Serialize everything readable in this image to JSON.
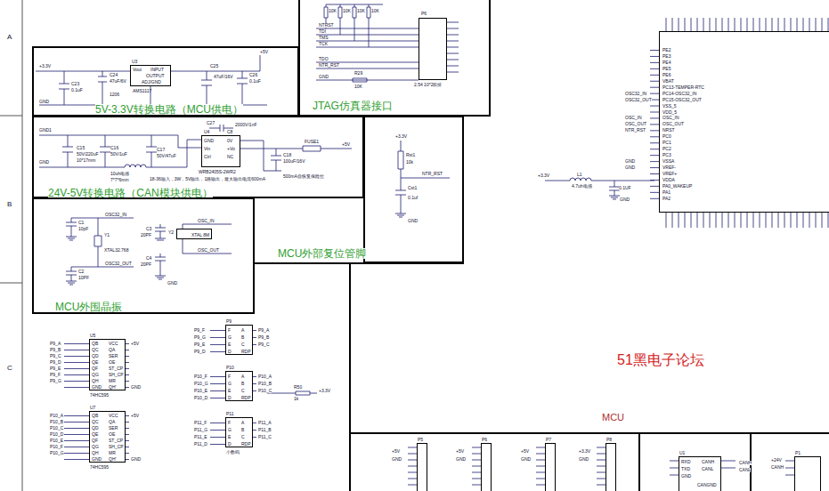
{
  "diagram": {
    "nodes": [
      {
        "text": [
          "5V-3.3V转换电路（MCU供电）"
        ]
      },
      {
        "text": [
          "U3",
          "Vout",
          "INPUT",
          "OUTPUT",
          "ADJ/GND",
          "AMS1117"
        ],
        "in": 0
      },
      {
        "text": [
          "JTAG仿真器接口"
        ]
      },
      {
        "text": [
          "P6",
          "2.54 10*2双排"
        ],
        "in": 2
      },
      {
        "text": [
          "24V-5V转换电路（CAN模块供电）"
        ]
      },
      {
        "text": [
          "U4",
          "C8",
          "GND",
          "Vin",
          "Ctrl",
          "0V",
          "+Vo",
          "NC",
          "WRB2405S-2WR2"
        ],
        "in": 4
      },
      {
        "text": [
          "MCU外部复位管脚"
        ]
      },
      {
        "text": [
          "MCU外围晶振"
        ]
      },
      {
        "text": [
          "Y2",
          "XTAL 8M"
        ],
        "in": 7
      },
      {
        "text": [
          "PE2",
          "PE3",
          "PE4",
          "PE5",
          "PE6",
          "VBAT",
          "PC13-TEMPER-RTC",
          "PC14-OSC32_IN",
          "PC15-OSC32_OUT",
          "VSS_5",
          "VDD_5",
          "OSC_IN",
          "OSC_OUT",
          "NRST",
          "PC0",
          "PC1",
          "PC2",
          "PC3",
          "VSSA",
          "VREF-",
          "VREF+",
          "VDDA",
          "PA0_WAKEUP",
          "PA1",
          "PA2"
        ]
      },
      {
        "text": [
          "U5",
          "QB",
          "QC",
          "QD",
          "QE",
          "QF",
          "QG",
          "QH",
          "GND",
          "VCC",
          "QA",
          "SER",
          "OE",
          "ST_CP",
          "SH_CP",
          "MR",
          "QH'",
          "74HC595"
        ]
      },
      {
        "text": [
          "U7",
          "QB",
          "QC",
          "QD",
          "QE",
          "QF",
          "QG",
          "QH",
          "GND",
          "VCC",
          "QA",
          "SER",
          "OE",
          "ST_CP",
          "SH_CP",
          "MR",
          "QH'",
          "74HC595"
        ]
      },
      {
        "text": [
          "P9",
          "F",
          "G",
          "E",
          "D",
          "A",
          "B",
          "C",
          "RDP"
        ]
      },
      {
        "text": [
          "P10",
          "F",
          "G",
          "E",
          "D",
          "A",
          "B",
          "C",
          "RDP"
        ]
      },
      {
        "text": [
          "P11",
          "F",
          "G",
          "E",
          "D",
          "A",
          "B",
          "C",
          "RDP",
          "小数码"
        ]
      },
      {
        "text": [
          "P5"
        ]
      },
      {
        "text": [
          "P6"
        ]
      },
      {
        "text": [
          "P7"
        ]
      },
      {
        "text": [
          "P8"
        ]
      },
      {
        "text": [
          "U1",
          "RXD",
          "TXD",
          "GND",
          "CANH",
          "CANL",
          "CANGND"
        ]
      },
      {
        "text": [
          "P1"
        ]
      }
    ],
    "labels": [
      "A",
      "B",
      "C",
      "+3.3V",
      "C23",
      "0.1uF",
      "C24",
      "47uF/6V",
      "1206",
      "GND",
      "+5V",
      "C25",
      "47uF/16V",
      "C26",
      "0.1uF",
      "10K",
      "10K",
      "10K",
      "10K",
      "NTRST",
      "TDI",
      "TMS",
      "TCK",
      "TDO",
      "NTR_RST",
      "R29",
      "10K",
      "GND",
      "GND1",
      "C15",
      "50V/220uF",
      "10*17mm",
      "C16",
      "50V/1uF",
      "10uh电感",
      "7*7*6mm",
      "C17",
      "50V/47uF",
      "C27",
      "2000V/1nF",
      "C18",
      "100uF/16V",
      "FUSE1",
      "+5V",
      "500mA自恢复保险丝",
      "18-36输入，3W，5V输出，1路输出，最大输出电流600mA",
      "GND",
      "+3.3V",
      "Rst1",
      "10k",
      "NTR_RST",
      "Cst1",
      "0.1uf",
      "GND",
      "C1",
      "10pF",
      "OSC32_IN",
      "Y1",
      "XTAL32.768",
      "C2",
      "10PF",
      "OSC32_OUT",
      "GND",
      "C3",
      "20PF",
      "C4",
      "20PF",
      "OSC_IN",
      "OSC_OUT",
      "OSC32_IN",
      "OSC32_OUT",
      "OSC_IN",
      "OSC_OUT",
      "NTR_RST",
      "GND",
      "GND",
      "+3.3V",
      "L1",
      "4.7uh电感",
      "0.1UF",
      "GND",
      "51黑电子论坛",
      "MCU",
      "P9_A",
      "P9_B",
      "P9_C",
      "P9_D",
      "P9_E",
      "P9_F",
      "P9_G",
      "P10_A",
      "P10_B",
      "P10_C",
      "P10_D",
      "P10_E",
      "P10_F",
      "P10_G",
      "+5V",
      "GND",
      "+5V",
      "GND",
      "P9_F",
      "P9_G",
      "P9_E",
      "P9_D",
      "P9_A",
      "P9_B",
      "P9_C",
      "P10_F",
      "P10_G",
      "P10_E",
      "P10_D",
      "P10_A",
      "P10_B",
      "P10_C",
      "P11_F",
      "P11_G",
      "P11_E",
      "P11_D",
      "P11_A",
      "P11_B",
      "P11_C",
      "R50",
      "1k",
      "+3.3V",
      "+5V",
      "GND",
      "+5V",
      "GND",
      "+5V",
      "GND",
      "+3.3V",
      "GND",
      "CANH",
      "CANL",
      "+24V",
      "CANH"
    ]
  }
}
